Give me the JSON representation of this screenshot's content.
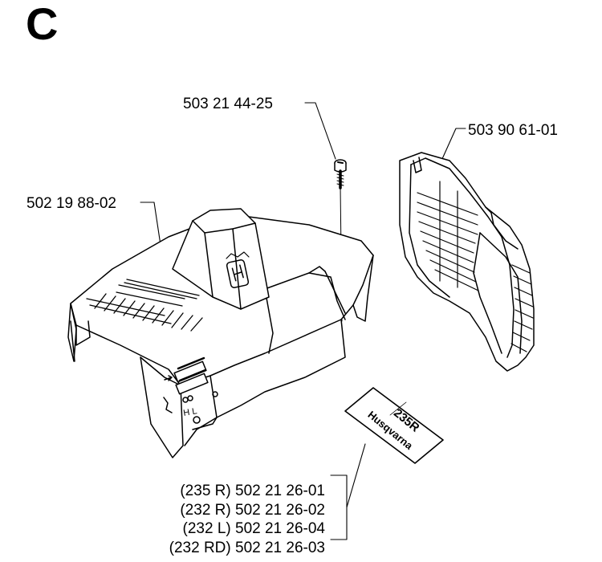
{
  "section": {
    "letter": "C"
  },
  "parts": {
    "cylinder_cover": {
      "number": "502 19 88-02"
    },
    "screw": {
      "number": "503 21 44-25"
    },
    "air_filter_cover": {
      "number": "503 90 61-01"
    },
    "decal": {
      "brand_text": "Husqvarna",
      "model_text": "235R",
      "variants": [
        {
          "model": "(235 R)",
          "number": "502 21 26-01"
        },
        {
          "model": "(232 R)",
          "number": "502 21 26-02"
        },
        {
          "model": "(232 L)",
          "number": "502 21 26-04"
        },
        {
          "model": "(232 RD)",
          "number": "502 21 26-03"
        }
      ]
    }
  },
  "cover_markings": {
    "choke_symbols": "H L"
  },
  "colors": {
    "ink": "#000000",
    "paper": "#ffffff"
  }
}
